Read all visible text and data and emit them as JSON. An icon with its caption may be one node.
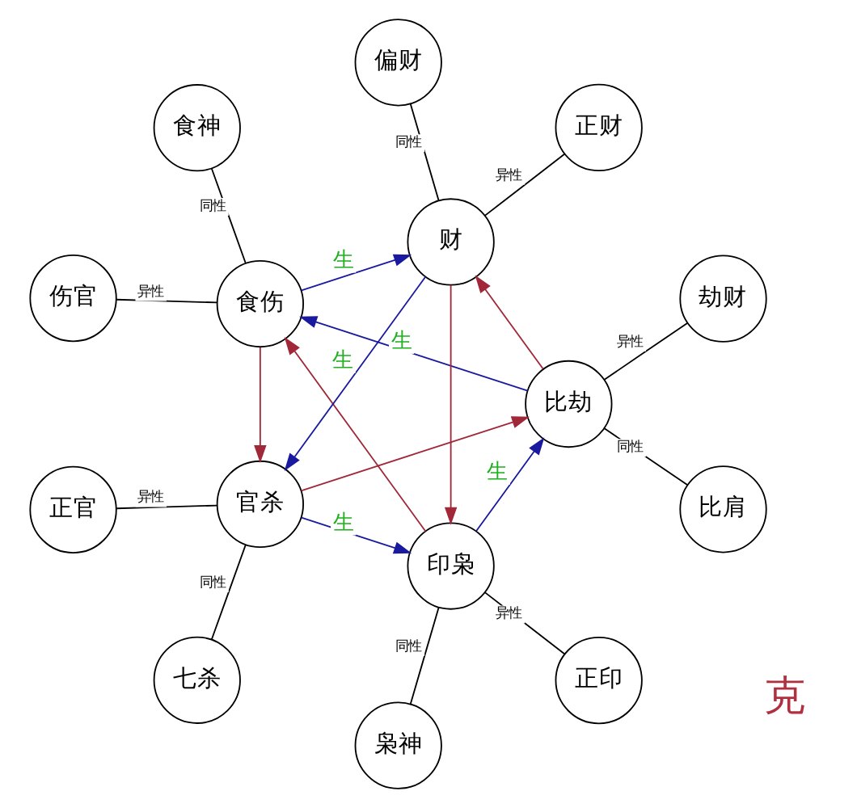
{
  "diagram": {
    "nodes": [
      {
        "text": [
          "印枭"
        ]
      },
      {
        "text": [
          "比劫"
        ]
      },
      {
        "text": [
          "食伤"
        ]
      },
      {
        "text": [
          "财"
        ]
      },
      {
        "text": [
          "官杀"
        ]
      },
      {
        "text": [
          "枭神"
        ]
      },
      {
        "text": [
          "正印"
        ]
      },
      {
        "text": [
          "比肩"
        ]
      },
      {
        "text": [
          "劫财"
        ]
      },
      {
        "text": [
          "食神"
        ]
      },
      {
        "text": [
          "伤官"
        ]
      },
      {
        "text": [
          "正财"
        ]
      },
      {
        "text": [
          "偏财"
        ]
      },
      {
        "text": [
          "正官"
        ]
      },
      {
        "text": [
          "七杀"
        ]
      }
    ],
    "edges": [
      {
        "from": 4,
        "to": 0,
        "arrow": "to",
        "label": "生",
        "color": "#1a1aa0"
      },
      {
        "from": 0,
        "to": 1,
        "arrow": "to",
        "label": "生",
        "color": "#1a1aa0"
      },
      {
        "from": 1,
        "to": 2,
        "arrow": "to",
        "label": "生",
        "color": "#1a1aa0"
      },
      {
        "from": 2,
        "to": 3,
        "arrow": "to",
        "label": "生",
        "color": "#1a1aa0"
      },
      {
        "from": 3,
        "to": 4,
        "arrow": "to",
        "label": "生",
        "color": "#1a1aa0"
      },
      {
        "from": 0,
        "to": 2,
        "arrow": "to",
        "color": "#a02838"
      },
      {
        "from": 2,
        "to": 4,
        "arrow": "to",
        "color": "#a02838"
      },
      {
        "from": 4,
        "to": 1,
        "arrow": "to",
        "color": "#a02838"
      },
      {
        "from": 1,
        "to": 3,
        "arrow": "to",
        "color": "#a02838"
      },
      {
        "from": 3,
        "to": 0,
        "arrow": "to",
        "color": "#a02838"
      },
      {
        "from": 0,
        "to": 5,
        "arrow": "none",
        "label": "同性"
      },
      {
        "from": 0,
        "to": 6,
        "arrow": "none",
        "label": "异性"
      },
      {
        "from": 1,
        "to": 7,
        "arrow": "none",
        "label": "同性"
      },
      {
        "from": 1,
        "to": 8,
        "arrow": "none",
        "label": "异性"
      },
      {
        "from": 2,
        "to": 9,
        "arrow": "none",
        "label": "同性"
      },
      {
        "from": 2,
        "to": 10,
        "arrow": "none",
        "label": "异性"
      },
      {
        "from": 3,
        "to": 11,
        "arrow": "none",
        "label": "异性"
      },
      {
        "from": 3,
        "to": 12,
        "arrow": "none",
        "label": "同性"
      },
      {
        "from": 4,
        "to": 13,
        "arrow": "none",
        "label": "异性"
      },
      {
        "from": 4,
        "to": 14,
        "arrow": "none",
        "label": "同性"
      }
    ],
    "labels": [
      "克"
    ]
  }
}
